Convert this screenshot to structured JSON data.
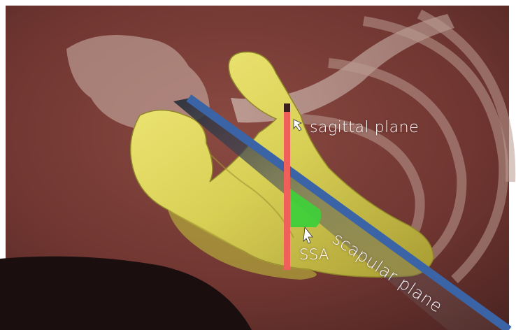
{
  "labels": {
    "sagittal": "sagittal plane",
    "ssa": "SSA",
    "scapular": "scapular plane"
  },
  "colors": {
    "background_tissue": "#7a3d36",
    "bone_yellow": "#e0d85a",
    "sagittal_plane": "#f0605a",
    "scapular_plane": "#3b64a6",
    "ssa_angle": "#3fcf3a",
    "vertebra_ghost": "#cfb8ad"
  },
  "icons": {
    "arrow": "white-pointer-arrow-icon"
  }
}
